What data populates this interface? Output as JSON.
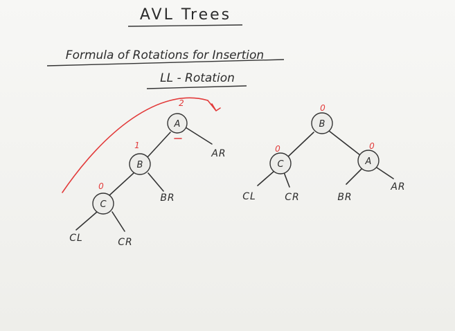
{
  "title": "AVL Trees",
  "subtitle": "Formula of Rotations for Insertion",
  "rotation_name": "LL - Rotation",
  "colors": {
    "ink": "#2c2c2c",
    "marker_red": "#e23a3a",
    "board": "#f4f4f2"
  },
  "before": {
    "nodes": {
      "a": "A",
      "b": "B",
      "c": "C"
    },
    "balance": {
      "a": "2",
      "b": "1",
      "c": "0"
    },
    "leaves": {
      "ar": "AR",
      "br": "BR",
      "cl": "CL",
      "cr": "CR"
    }
  },
  "after": {
    "nodes": {
      "b": "B",
      "c": "C",
      "a": "A"
    },
    "balance": {
      "b": "0",
      "c": "0",
      "a": "0"
    },
    "leaves": {
      "cl": "CL",
      "cr": "CR",
      "br": "BR",
      "ar": "AR"
    }
  }
}
